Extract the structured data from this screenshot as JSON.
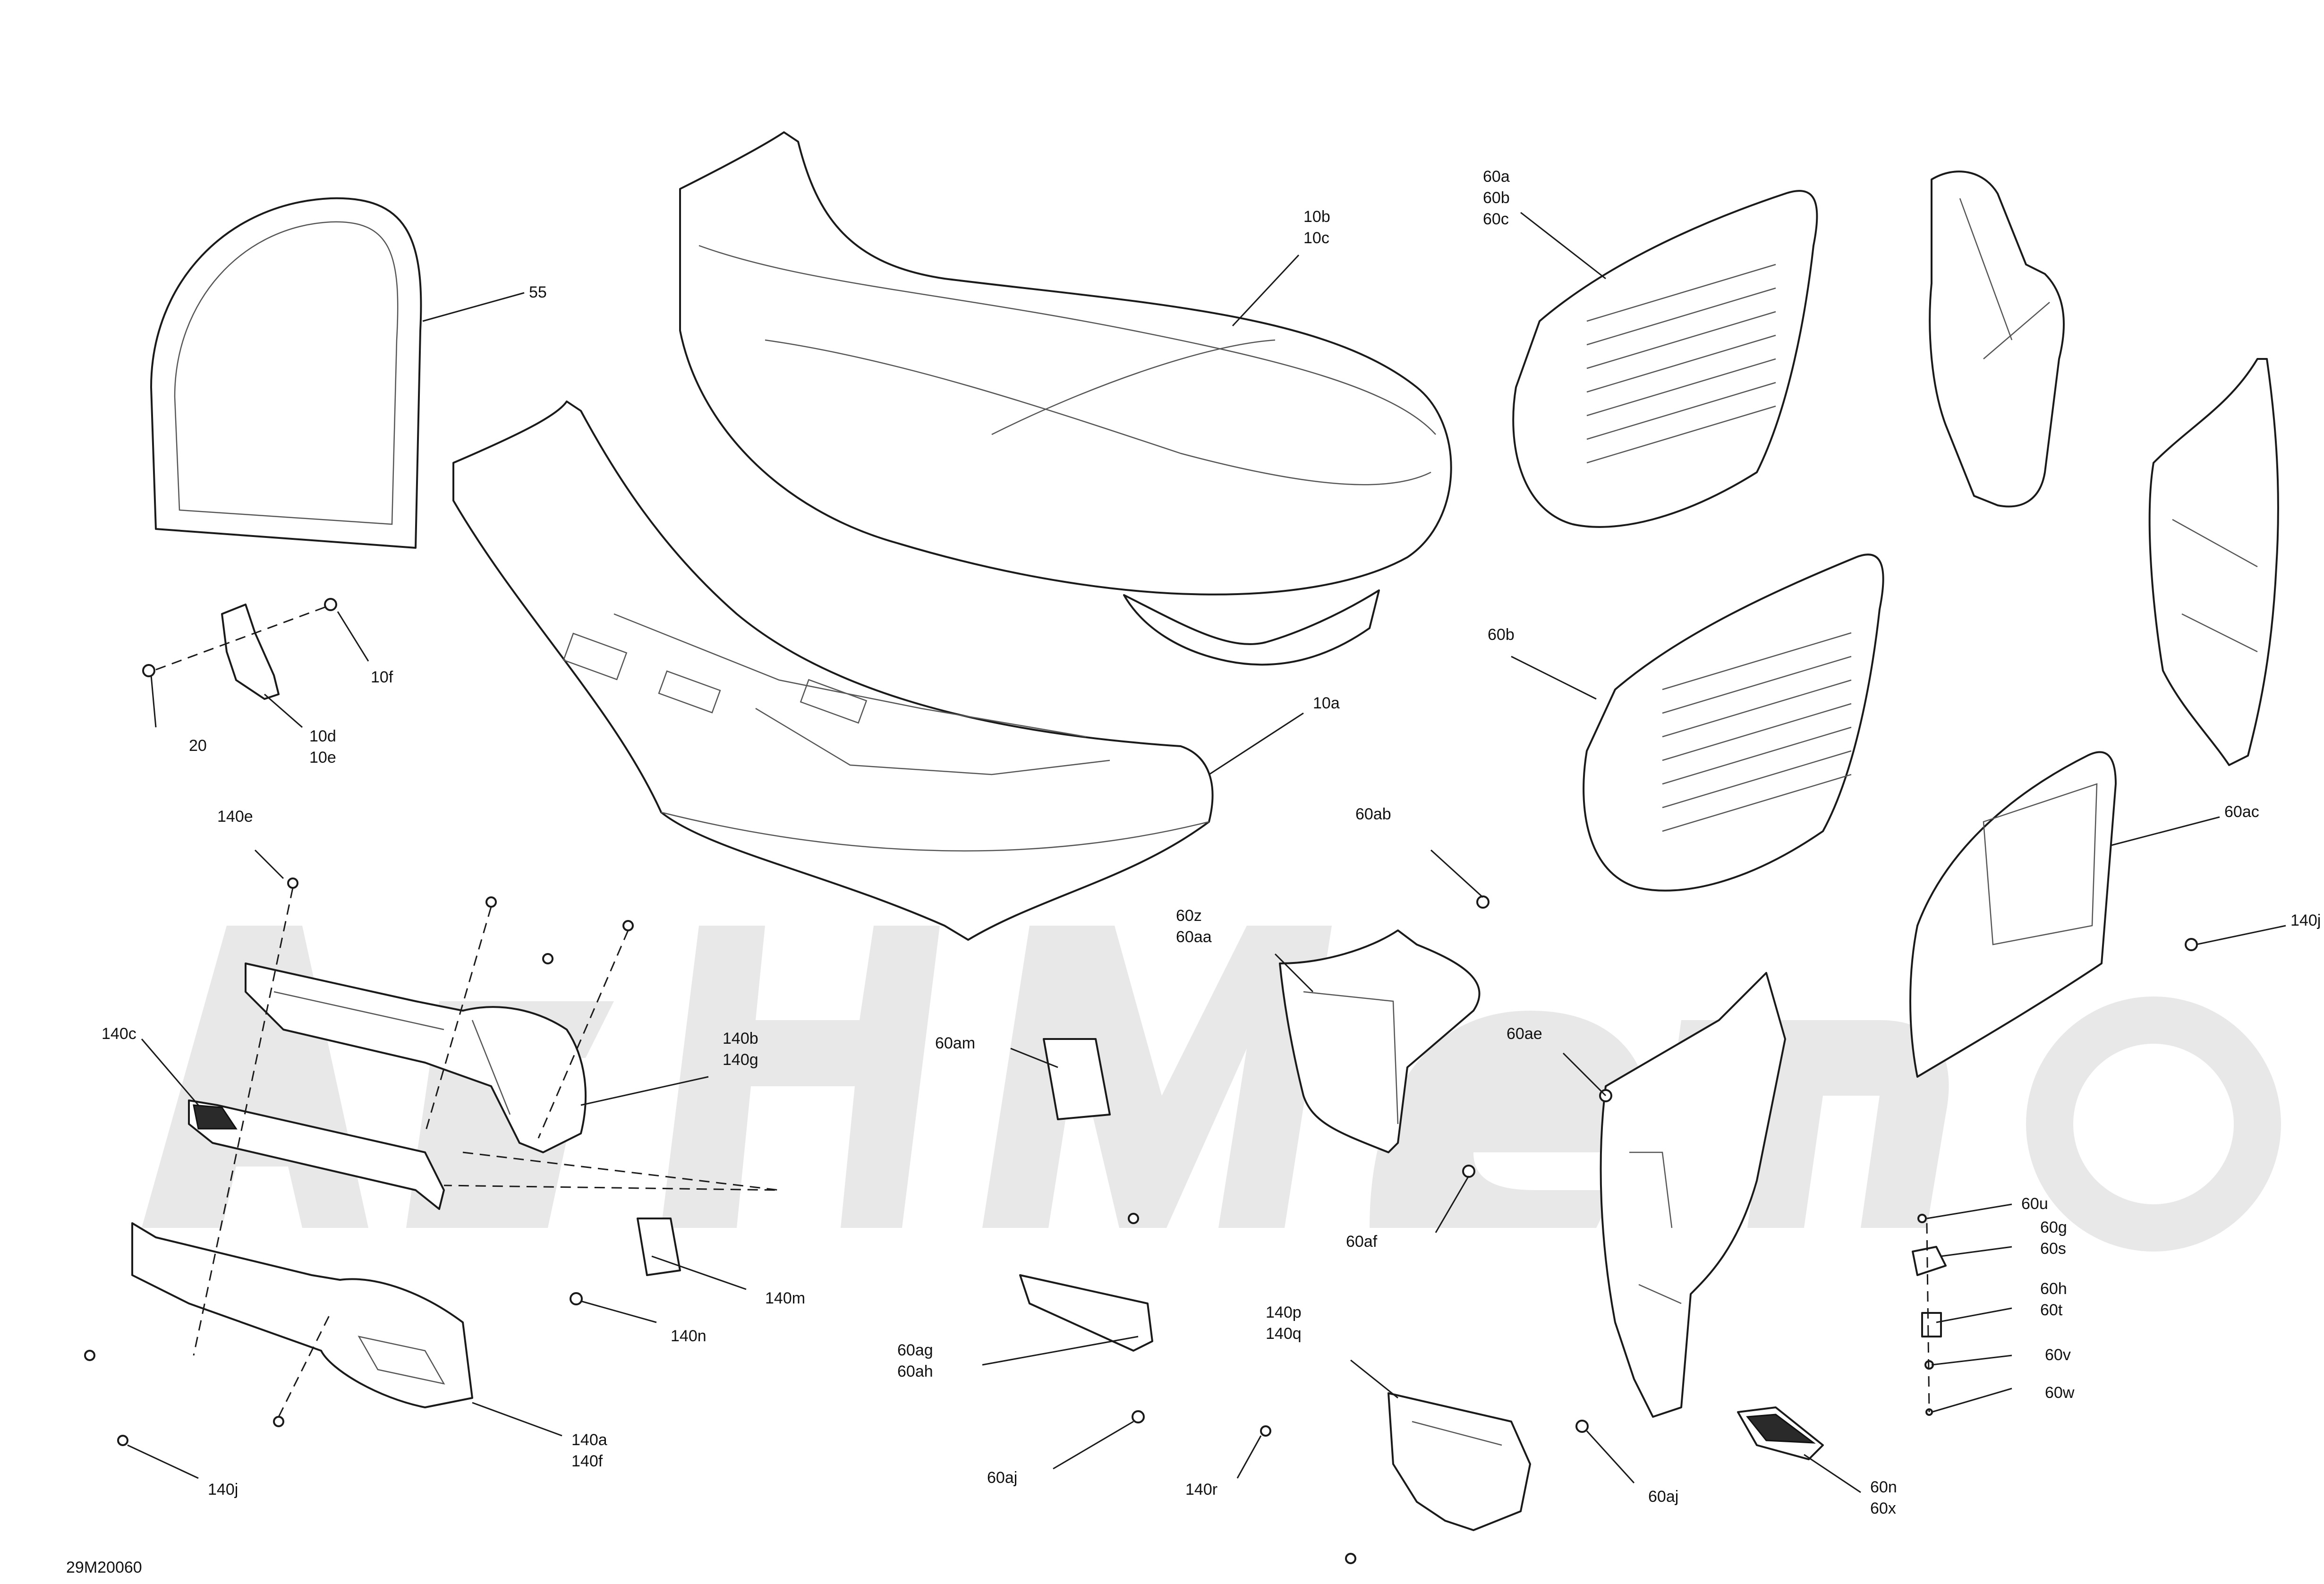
{
  "diagram_id": "29M20060",
  "callouts": {
    "c55": "55",
    "c10b": "10b",
    "c10c": "10c",
    "c10a": "10a",
    "c10f": "10f",
    "c20": "20",
    "c10d": "10d",
    "c10e": "10e",
    "c60a": "60a",
    "c60b_1": "60b",
    "c60c": "60c",
    "c60b_2": "60b",
    "c60ab": "60ab",
    "c60ac": "60ac",
    "c140j_1": "140j",
    "c60z": "60z",
    "c60aa": "60aa",
    "c60ae": "60ae",
    "c60af": "60af",
    "c60am": "60am",
    "c140e": "140e",
    "c140c": "140c",
    "c140b": "140b",
    "c140g": "140g",
    "c140m": "140m",
    "c140n": "140n",
    "c140a": "140a",
    "c140f": "140f",
    "c140j_2": "140j",
    "c60ag": "60ag",
    "c60ah": "60ah",
    "c60aj_1": "60aj",
    "c140p": "140p",
    "c140q": "140q",
    "c140r": "140r",
    "c60aj_2": "60aj",
    "c60n": "60n",
    "c60x": "60x",
    "c60u": "60u",
    "c60g": "60g",
    "c60s": "60s",
    "c60h": "60h",
    "c60t": "60t",
    "c60v": "60v",
    "c60w": "60w"
  }
}
